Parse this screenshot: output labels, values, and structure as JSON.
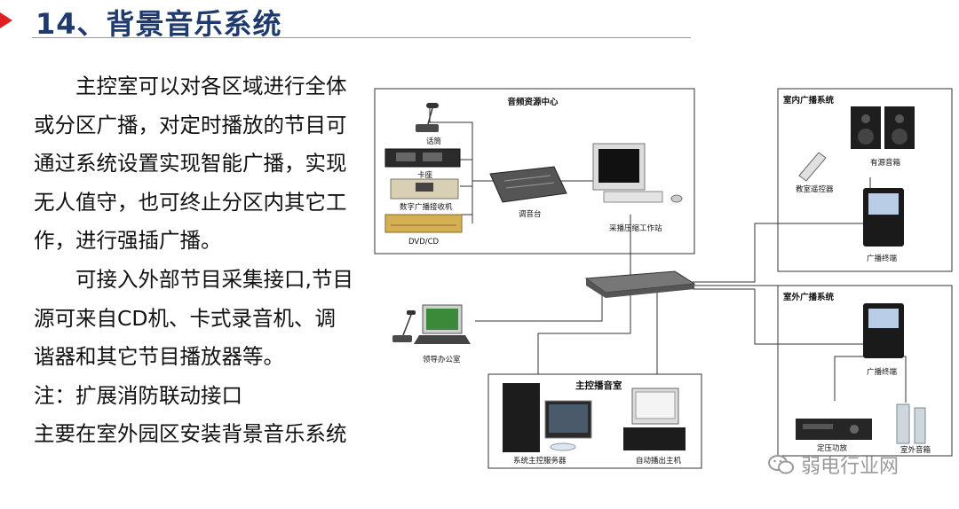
{
  "title": "14、背景音乐系统",
  "paragraphs": [
    "主控室可以对各区域进行全体或分区广播，对定时播放的节目可通过系统设置实现智能广播，实现无人值守，也可终止分区内其它工作，进行强插广播。",
    "可接入外部节目采集接口,节目源可来自CD机、卡式录音机、调谐器和其它节目播放器等。",
    "注：扩展消防联动接口",
    "主要在室外园区安装背景音乐系统"
  ],
  "diagram": {
    "source_center": {
      "title": "音频资源中心",
      "mic": "话筒",
      "cassette": "卡座",
      "tuner": "数字广播接收机",
      "dvd": "DVD/CD",
      "mixer": "调音台",
      "workstation": "采播压缩工作站"
    },
    "indoor": {
      "title": "室内广播系统",
      "remote": "教室遥控器",
      "speakers": "有源音箱",
      "terminal": "广播终端"
    },
    "outdoor": {
      "title": "室外广播系统",
      "terminal": "广播终端",
      "amp": "定压功放",
      "speaker": "室外音箱"
    },
    "leader": "领导办公室",
    "control": {
      "title": "主控播音室",
      "server": "系统主控服务器",
      "auto": "自动播出主机"
    }
  },
  "watermark": "弱电行业网"
}
